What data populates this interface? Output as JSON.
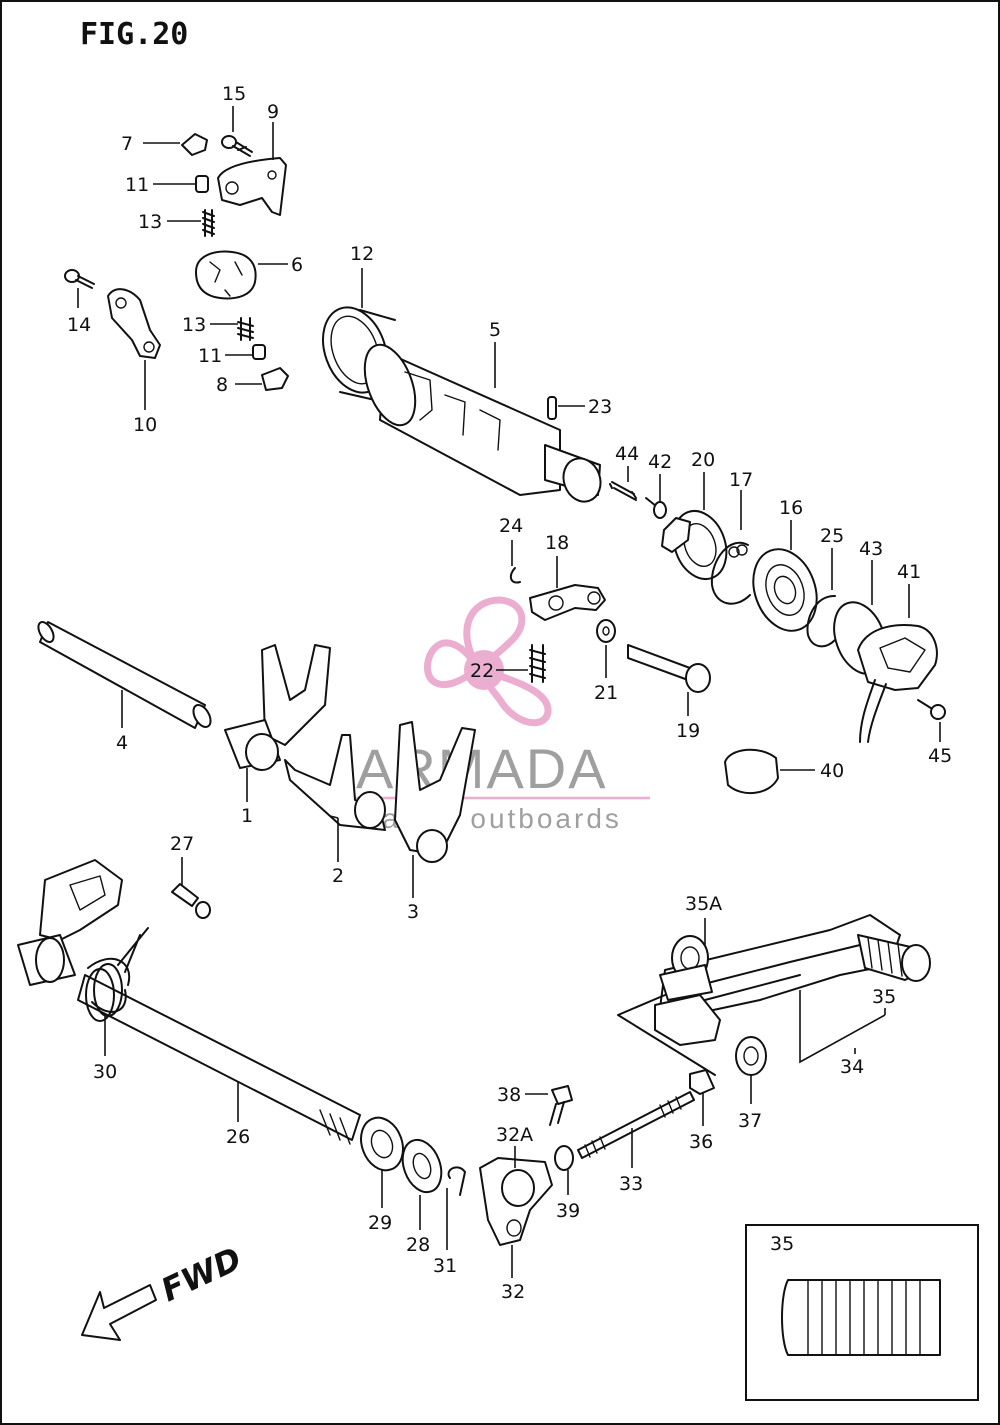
{
  "figure": {
    "title": "FIG.20"
  },
  "labels": {
    "p1": "1",
    "p2": "2",
    "p3": "3",
    "p4": "4",
    "p5": "5",
    "p6": "6",
    "p7": "7",
    "p8": "8",
    "p9": "9",
    "p10": "10",
    "p11a": "11",
    "p11b": "11",
    "p12": "12",
    "p13a": "13",
    "p13b": "13",
    "p14": "14",
    "p15": "15",
    "p16": "16",
    "p17": "17",
    "p18": "18",
    "p19": "19",
    "p20": "20",
    "p21": "21",
    "p22": "22",
    "p23": "23",
    "p24": "24",
    "p25": "25",
    "p26": "26",
    "p27": "27",
    "p28": "28",
    "p29": "29",
    "p30": "30",
    "p31": "31",
    "p32": "32",
    "p32A": "32A",
    "p33": "33",
    "p34": "34",
    "p35": "35",
    "p35A": "35A",
    "p36": "36",
    "p37": "37",
    "p38": "38",
    "p39": "39",
    "p40": "40",
    "p41": "41",
    "p42": "42",
    "p43": "43",
    "p44": "44",
    "p45": "45"
  },
  "inset": {
    "label": "35"
  },
  "direction": {
    "label": "FWD"
  },
  "watermark": {
    "brand": "ARMADA",
    "tagline": "marine outboards",
    "color": "#e8a0c8"
  }
}
